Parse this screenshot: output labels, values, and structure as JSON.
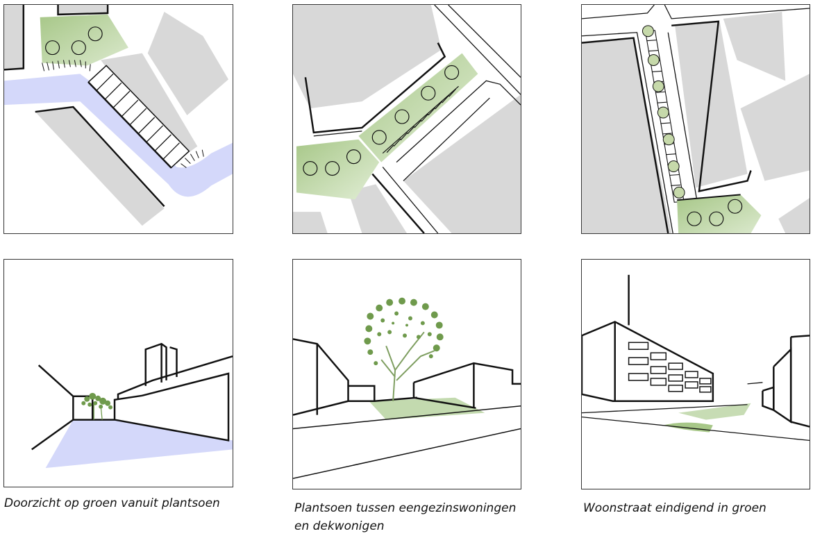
{
  "captions": {
    "left": "Doorzicht op groen vanuit plantsoen",
    "middle_line1": "Plantsoen tussen eengezinswoningen",
    "middle_line2": "en dekwonigen",
    "right": "Woonstraat eindigend in groen"
  },
  "colors": {
    "building": "#d8d8d8",
    "green": "#a7c788",
    "green_dark": "#6f9a4c",
    "water": "#d4d8fa",
    "line": "#111111"
  }
}
